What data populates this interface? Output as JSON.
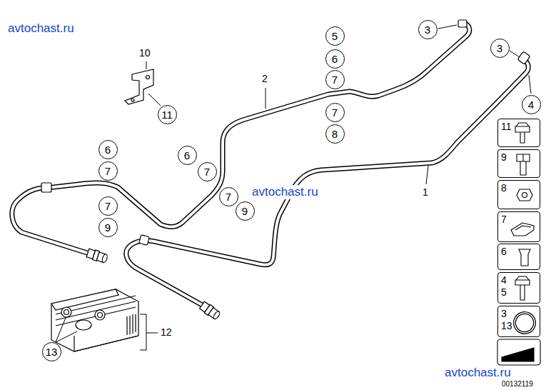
{
  "diagram": {
    "nodes": [
      {
        "text": [
          "3"
        ]
      },
      {
        "text": [
          "5"
        ]
      },
      {
        "text": [
          "3"
        ]
      },
      {
        "text": [
          "6"
        ]
      },
      {
        "text": [
          "7"
        ]
      },
      {
        "text": [
          "4"
        ]
      },
      {
        "text": [
          "7"
        ]
      },
      {
        "text": [
          "11"
        ]
      },
      {
        "text": [
          "8"
        ]
      },
      {
        "text": [
          "6"
        ]
      },
      {
        "text": [
          "6"
        ]
      },
      {
        "text": [
          "7"
        ]
      },
      {
        "text": [
          "7"
        ]
      },
      {
        "text": [
          "7"
        ]
      },
      {
        "text": [
          "7"
        ]
      },
      {
        "text": [
          "9"
        ]
      },
      {
        "text": [
          "9"
        ]
      },
      {
        "text": [
          "13"
        ]
      },
      {
        "text": [
          "11"
        ]
      },
      {
        "text": [
          "9"
        ]
      },
      {
        "text": [
          "8"
        ]
      },
      {
        "text": [
          "7"
        ]
      },
      {
        "text": [
          "6"
        ]
      },
      {
        "text": [
          "4",
          "5"
        ]
      },
      {
        "text": [
          "3",
          "13"
        ]
      }
    ],
    "labels": [
      "avtochast.ru",
      "10",
      "2",
      "avtochast.ru",
      "1",
      "12",
      "avtochast.ru",
      "00132119"
    ]
  }
}
